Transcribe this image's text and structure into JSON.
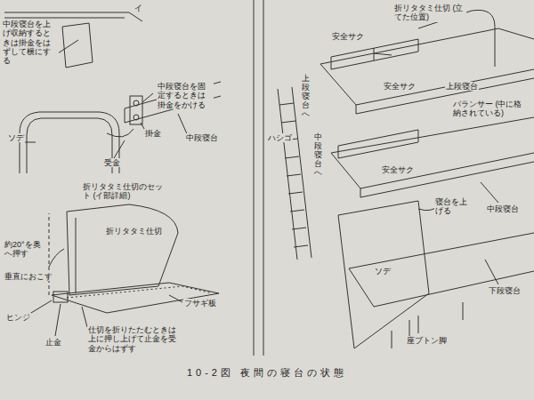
{
  "diagram": {
    "caption": "10-2図 夜間の寝台の状態",
    "labels": [
      "イ",
      "中段寝台を上げ収納するときは掛金をはずして横にする",
      "中段寝台を固定するときは掛金をかける",
      "ソデ",
      "掛金",
      "受金",
      "中段寝台",
      "折リタタミ仕切のセット (イ部詳細)",
      "折リタタミ仕切",
      "約20°を奥へ押す",
      "垂直におこす",
      "ヒンジ",
      "止金",
      "仕切を折りたたむときは上に押し上げて止金を受金からはずす",
      "フサギ板",
      "折リタタミ仕切 (立てた位置)",
      "安全サク",
      "上段寝台へ",
      "安全サク",
      "ハシゴ",
      "上段寝台",
      "バランサー (中に格納されている)",
      "中段寝台へ",
      "安全サク",
      "寝台を上げる",
      "中段寝台",
      "ソデ",
      "下段寝台",
      "座ブトン脚"
    ]
  }
}
